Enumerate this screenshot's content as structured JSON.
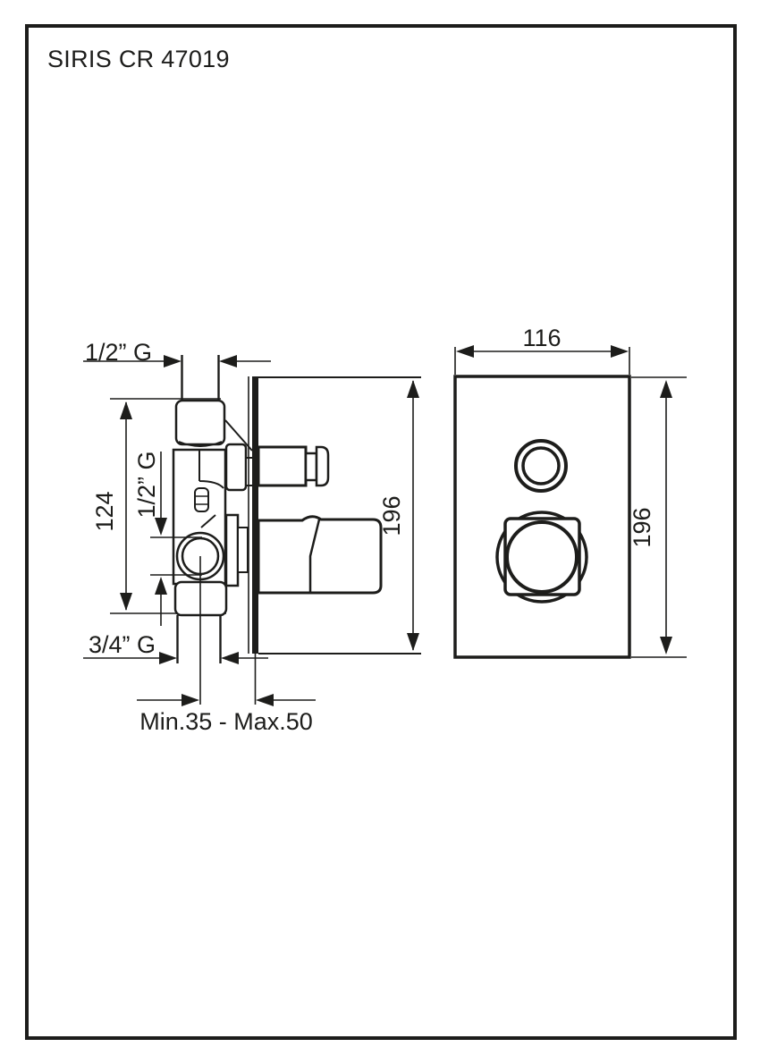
{
  "page": {
    "title": "SIRIS CR 47019"
  },
  "colors": {
    "ink": "#1d1d1b",
    "paper": "#ffffff"
  },
  "side_view": {
    "top_connection_label": "1/2” G",
    "height_dim": "124",
    "outlet_label": "1/2” G",
    "bottom_connection_label": "3/4” G",
    "plate_height_dim": "196",
    "mounting_depth_label": "Min.35 - Max.50"
  },
  "front_view": {
    "plate_width_dim": "116",
    "plate_height_dim": "196"
  }
}
